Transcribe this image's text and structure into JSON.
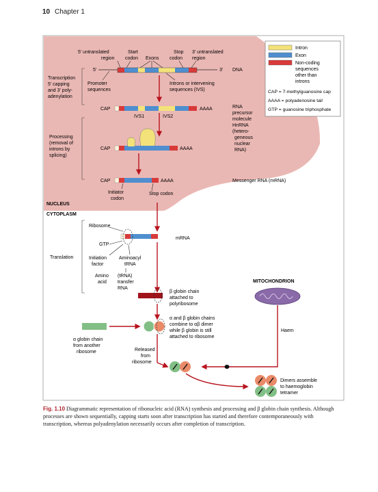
{
  "header": {
    "page_number": "10",
    "chapter": "Chapter 1"
  },
  "colors": {
    "nucleus": "#eab8b4",
    "intron": "#f3e27a",
    "exon": "#4f8fcf",
    "noncoding": "#d83a3a",
    "arrow": "#b8141e",
    "dark_red": "#a0131b",
    "mito": "#8a6aa8",
    "alpha": "#82bf86",
    "beta": "#e98a68"
  },
  "legend": {
    "intron": "Intron",
    "exon": "Exon",
    "noncoding": [
      "Non-coding",
      "sequences",
      "other than",
      "introns"
    ],
    "cap": "CAP = 7-methylguanosine cap",
    "aaaa": "AAAA = polyadenosine tail",
    "gtp": "GTP = guanosine triphosphate"
  },
  "top_labels": {
    "utr5": [
      "5' untranslated",
      "region"
    ],
    "start": [
      "Start",
      "codon"
    ],
    "exons": "Exons",
    "stop": [
      "Stop",
      "codon"
    ],
    "utr3": [
      "3' untranslated",
      "region"
    ]
  },
  "dna": {
    "five": "5'",
    "three": "3'",
    "label": "DNA",
    "promoter": [
      "Promoter",
      "sequences"
    ],
    "introns": [
      "Introns or intervening",
      "sequences (IVS)"
    ]
  },
  "left_labels": {
    "transcription": [
      "Transcription",
      "5' capping",
      "and 3' poly-",
      "adenylation"
    ],
    "processing": [
      "Processing",
      "(removal of",
      "introns by",
      "splicing)"
    ],
    "translation": "Translation"
  },
  "pre_mrna": {
    "cap": "CAP",
    "aaaa": "AAAA",
    "ivs1": "IVS1",
    "ivs2": "IVS2",
    "label": [
      "RNA",
      "precursor",
      "molecule",
      "HnRNA",
      "(hetero-",
      "geneous",
      "nuclear",
      "RNA)"
    ]
  },
  "spliced": {
    "cap": "CAP",
    "aaaa": "AAAA"
  },
  "mature": {
    "cap": "CAP",
    "aaaa": "AAAA",
    "label": "Messenger RNA (mRNA)",
    "initiator": [
      "Initiator",
      "codon"
    ],
    "stop": "Stop codon"
  },
  "nucleus_label": "NUCLEUS",
  "cytoplasm_label": "CYTOPLASM",
  "translation": {
    "ribosome": "Ribosome",
    "gtp": "GTP",
    "mrna": "mRNA",
    "initiation": [
      "Initiation",
      "factor"
    ],
    "aminoacyl": [
      "Aminoacyl",
      "tRNA"
    ],
    "amino": [
      "Amino",
      "acid"
    ],
    "trna": [
      "(tRNA)",
      "transfer",
      "RNA"
    ]
  },
  "beta_chain": [
    "β globin chain",
    "attached to",
    "polyribosome"
  ],
  "combine": [
    "α and β globin chains",
    "combine to αβ dimer",
    "while β globin is still",
    "attached to ribosome"
  ],
  "alpha_chain": [
    "α globin chain",
    "from another",
    "ribosome"
  ],
  "released": [
    "Released",
    "from",
    "ribosome"
  ],
  "mitochondrion": "MITOCHONDRION",
  "haem": "Haem",
  "dimers": [
    "Dimers assemble",
    "to haemoglobin",
    "tetramer"
  ],
  "caption": {
    "label": "Fig. 1.10",
    "text": "Diagrammatic representation of ribonucleic acid (RNA) synthesis and processing and β globin chain synthesis. Although processes are shown sequentially, capping starts soon after transcription has started and therefore contemporaneously with transcription, whereas polyadenylation necessarily occurs after completion of transcription."
  }
}
